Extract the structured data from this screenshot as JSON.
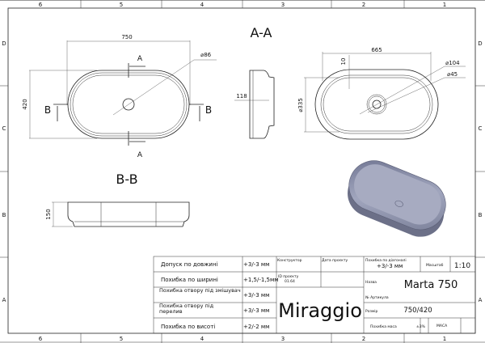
{
  "frame": {
    "columns": [
      "6",
      "5",
      "4",
      "3",
      "2",
      "1"
    ],
    "rows": [
      "D",
      "C",
      "B",
      "A"
    ]
  },
  "views": {
    "top": {
      "width": "750",
      "height": "420",
      "hole": "⌀86",
      "section_a": "A",
      "section_b": "B"
    },
    "section_aa": {
      "title": "A-A",
      "depth": "118"
    },
    "bottom": {
      "length": "665",
      "wall": "10",
      "inner": "⌀335",
      "d1": "⌀104",
      "d2": "⌀45"
    },
    "section_bb": {
      "title": "B-B",
      "height": "150"
    },
    "render_color": "#8a8fa6"
  },
  "title_block": {
    "tolerances": [
      {
        "label": "Допуск по довжині",
        "value": "+3/-3 мм"
      },
      {
        "label": "Похибка по ширині",
        "value": "+1,5/-1,5мм"
      },
      {
        "label": "Похибка отвору під змішувач",
        "value": "+3/-3 мм"
      },
      {
        "label": "Похибка отвору під перелив",
        "value": "+3/-3 мм"
      },
      {
        "label": "Похибка по висоті",
        "value": "+2/-2 мм"
      }
    ],
    "designer_label": "Конструктор",
    "date_label": "Дата проєкту",
    "project_id_label": "ID проєкту",
    "project_id": "01.64",
    "brand": "Miraggio",
    "diag_tol_label": "Похибка по діагоналі",
    "diag_tol": "+3/-3 мм",
    "scale_label": "Масштаб",
    "scale": "1:10",
    "name_label": "Назва",
    "name": "Marta 750",
    "article_label": "№ Артикула",
    "size_label": "Розмір",
    "size": "750/420",
    "mass_tol_label": "Похибка маса",
    "mass_tol": "±3%",
    "mass_label": "МАСА"
  }
}
